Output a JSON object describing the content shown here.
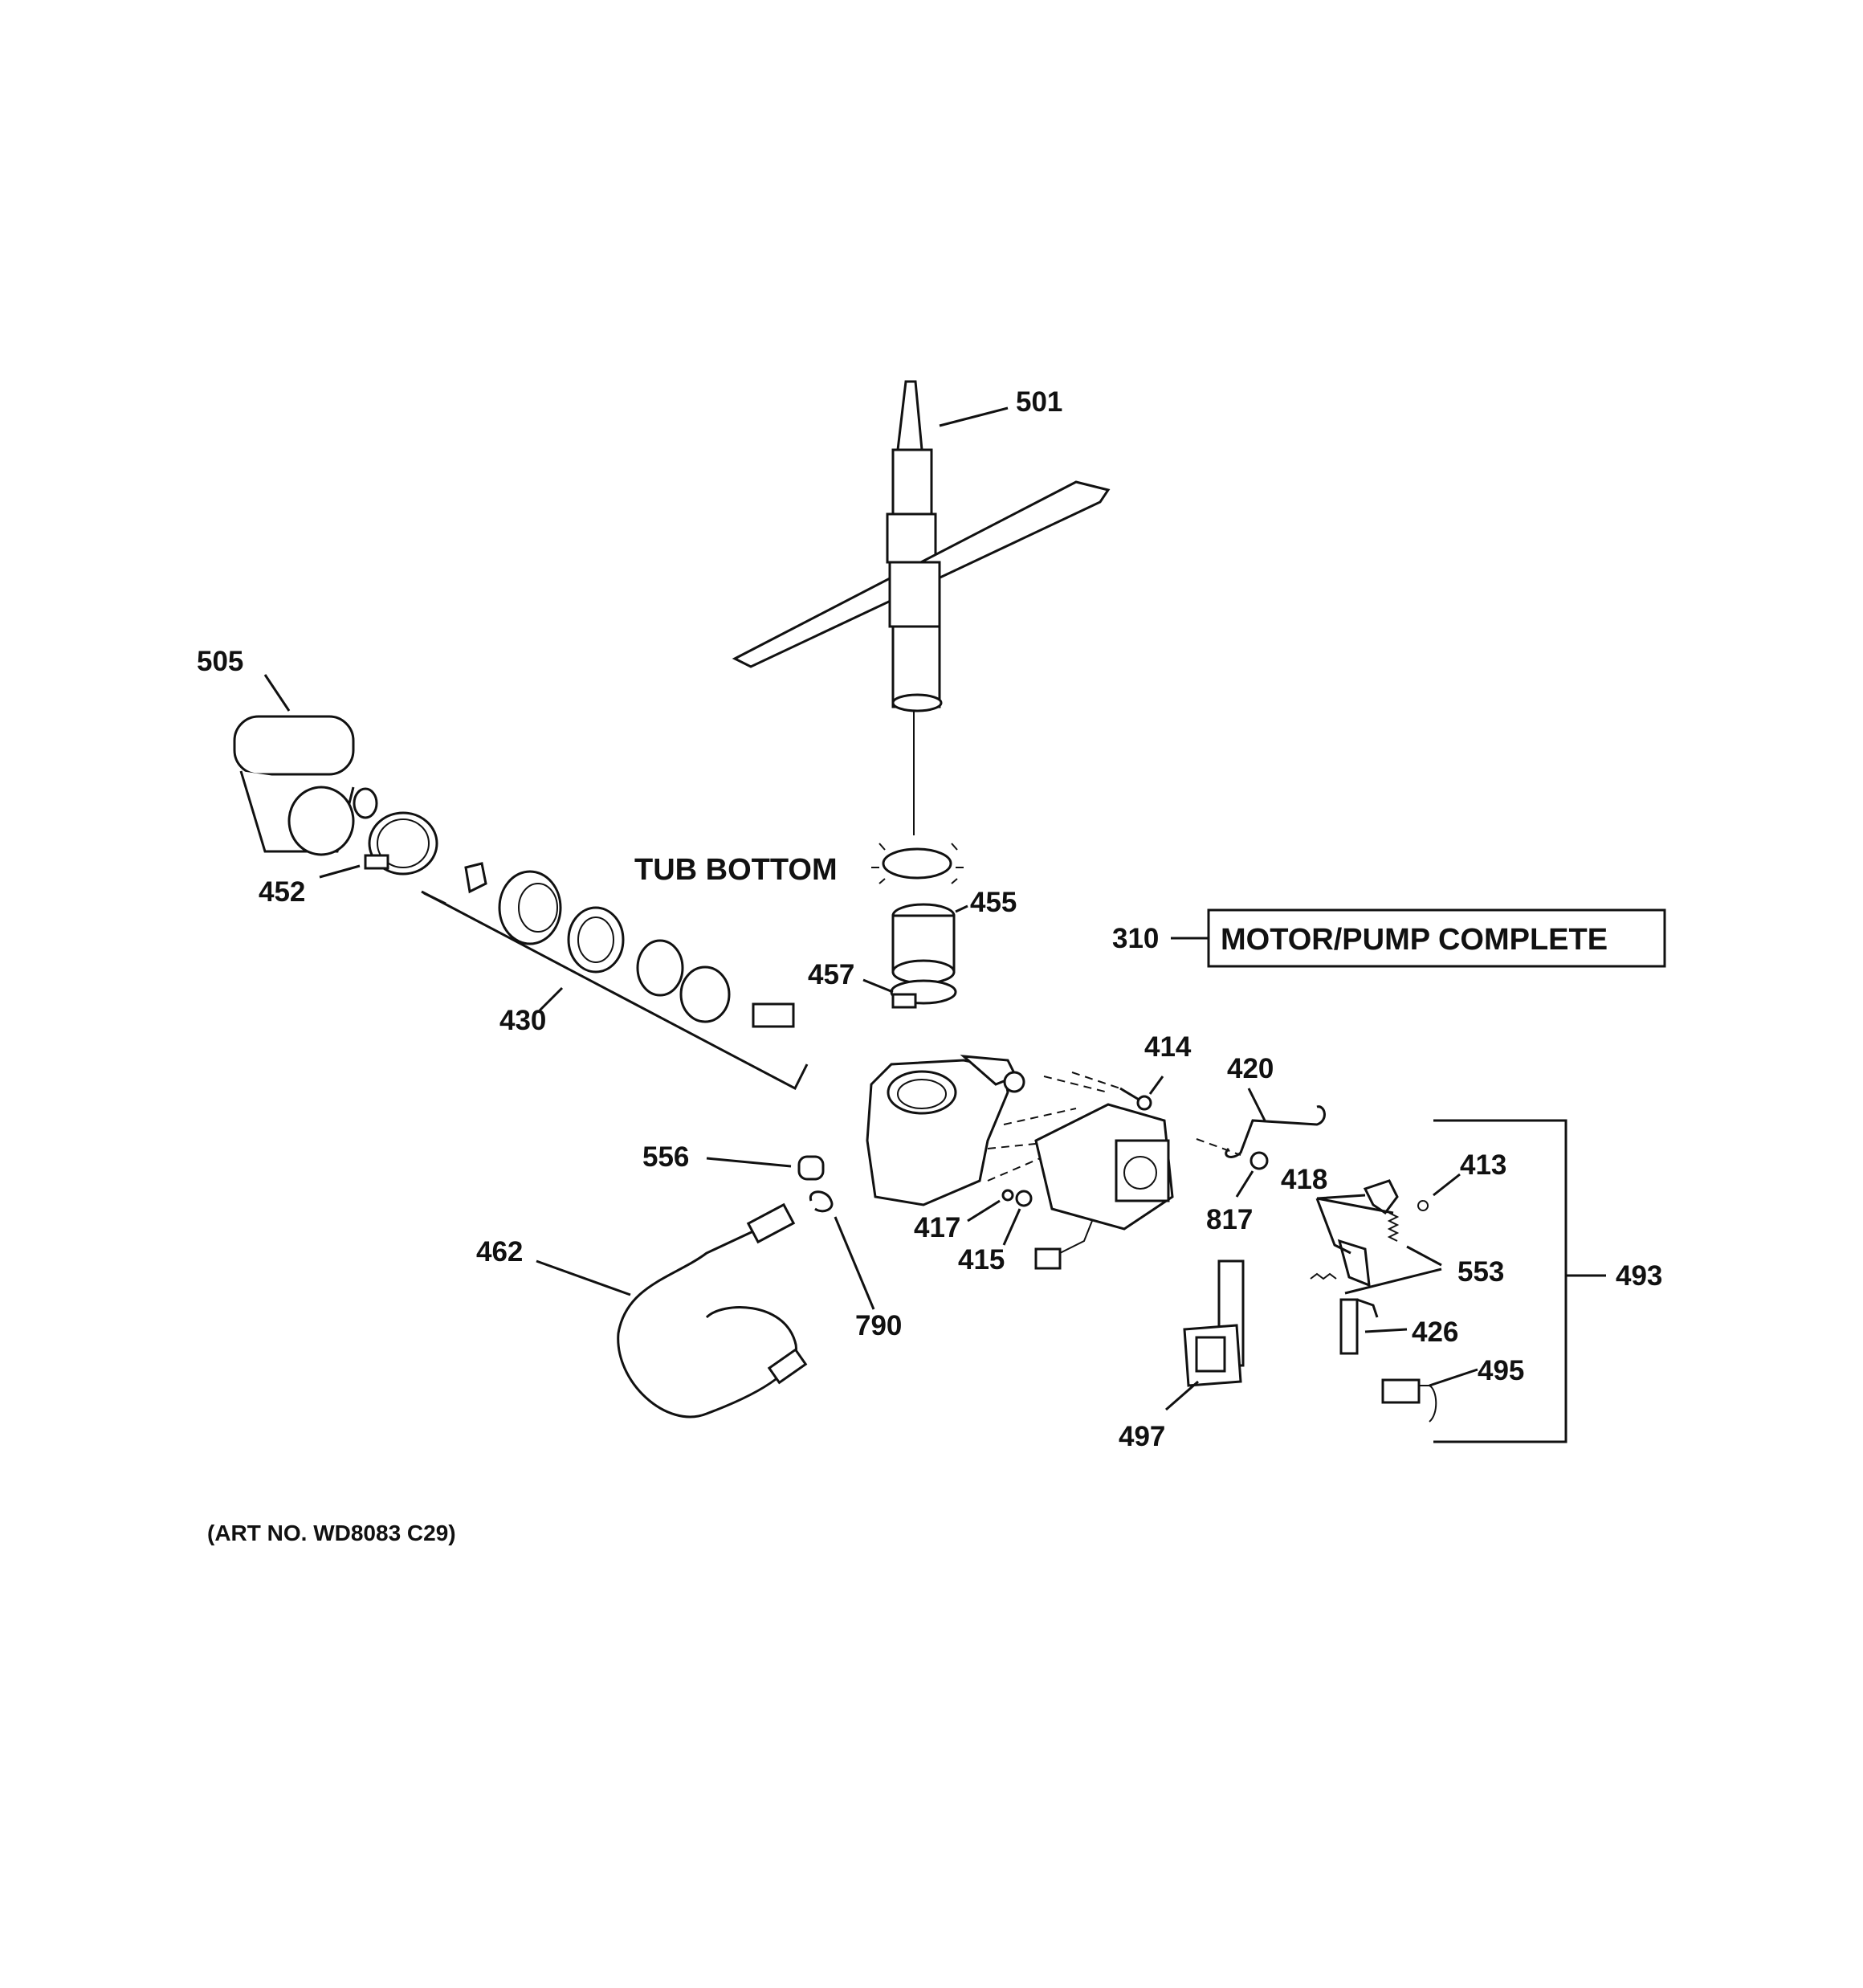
{
  "diagram": {
    "callouts": {
      "c501": "501",
      "c505": "505",
      "c452": "452",
      "c430": "430",
      "c455": "455",
      "c457": "457",
      "c310": "310",
      "c414": "414",
      "c420": "420",
      "c413": "413",
      "c418": "418",
      "c817": "817",
      "c553": "553",
      "c493": "493",
      "c426": "426",
      "c495": "495",
      "c497": "497",
      "c556": "556",
      "c417": "417",
      "c415": "415",
      "c462": "462",
      "c790": "790"
    },
    "tub_bottom": "TUB BOTTOM",
    "motor_pump_complete": "MOTOR/PUMP COMPLETE",
    "art_no": "(ART NO. WD8083 C29)"
  }
}
